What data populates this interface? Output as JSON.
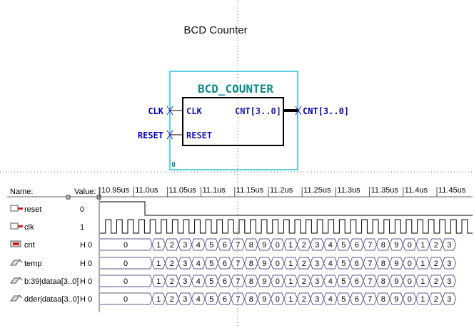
{
  "title": "BCD Counter",
  "block": {
    "name": "BCD_COUNTER",
    "inputs": [
      "CLK",
      "RESET"
    ],
    "output_port": "CNT[3..0]",
    "output_label": "CNT[3..0]",
    "input_labels": [
      "CLK",
      "RESET"
    ],
    "instance": "0"
  },
  "waveform": {
    "name_header": "Name:",
    "value_header": "Value:",
    "time_ticks": [
      "10.95us",
      "11.0us",
      "11.05us",
      "11.1us",
      "11.15us",
      "11.2us",
      "11.25us",
      "11.3us",
      "11.35us",
      "11.4us",
      "11.45us"
    ],
    "signals": [
      {
        "name": "reset",
        "value": "0",
        "icon": "input-pin-icon"
      },
      {
        "name": "clk",
        "value": "1",
        "icon": "input-pin-icon"
      },
      {
        "name": "cnt",
        "value": "H 0",
        "icon": "output-bus-icon"
      },
      {
        "name": "temp",
        "value": "H 0",
        "icon": "node-icon"
      },
      {
        "name": "b:39|dataa[3..0]",
        "value": "H 0",
        "icon": "node-icon"
      },
      {
        "name": "dder|dataa[3..0]",
        "value": "H 0",
        "icon": "node-icon"
      }
    ],
    "bus_initial": "0",
    "bus_sequence": [
      "1",
      "2",
      "3",
      "4",
      "5",
      "6",
      "7",
      "8",
      "9",
      "0",
      "1",
      "2",
      "3",
      "4",
      "5",
      "6",
      "7",
      "8",
      "9",
      "0",
      "1",
      "2",
      "3"
    ]
  },
  "colors": {
    "block_border": "#5fcfe0",
    "block_title": "#0e8a8a",
    "port_text": "#1a1aa8",
    "pin_label": "#0000b0",
    "bus_line": "#5a5a8a",
    "dotted": "#888888"
  }
}
